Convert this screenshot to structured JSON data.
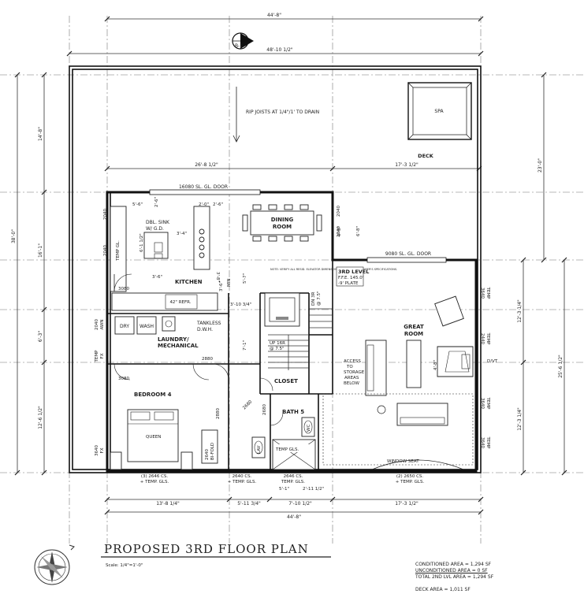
{
  "title": "PROPOSED 3RD FLOOR PLAN",
  "scale": "Scale: 1/4\"=1'-0\"",
  "section_marker": "B-1",
  "dimensions": {
    "top_overall": "44'-8\"",
    "top_inner": "48'-10 1/2\"",
    "deck_left": "26'-8 1/2\"",
    "deck_right": "17'-3 1/2\"",
    "bottom_seg1": "13'-8 1/4\"",
    "bottom_seg2": "5'-11 3/4\"",
    "bottom_seg3": "7'-10 1/2\"",
    "bottom_seg4": "17'-3 1/2\"",
    "bottom_overall": "44'-8\"",
    "left_total": "38'-0\"",
    "left_top": "14'-8\"",
    "left_mid": "16'-1\"",
    "left_lower": "6'-3\"",
    "left_bottom": "12'-6 1/2\"",
    "right_top": "23'-0\"",
    "right_mid": "12'-3 1/4\"",
    "right_total": "25'-6 1/2\"",
    "right_bottom": "12'-3 1/4\"",
    "k1": "5'-6\"",
    "k2": "2'-6\"",
    "k3": "2'-0\"",
    "k4": "2'-6\"",
    "k5": "3'-4\"",
    "k6": "6'-1 1/2\"",
    "k7": "3'-6\"",
    "k8": "3'-6\"",
    "k9": "3'-10 3/4\"",
    "k10": "9'-8\"",
    "k11": "5'-7\"",
    "k12": "6'-8\"",
    "s1": "7'-1\"",
    "s2": "5'-1\"",
    "s3": "2'-11 1/2\"",
    "s4": "4'-8\""
  },
  "notes": {
    "rip_joists": "RIP JOISTS AT 1/4\"/1' TO DRAIN",
    "spa": "SPA",
    "deck": "DECK",
    "sl_door_top": "16080 SL. GL. DOOR",
    "sl_door_gr": "9080 SL. GL. DOOR",
    "elevator": "NOTE: VERIFY ALL RESID. ELEVATOR DIMENSIONS WITH MANUFACTURER'S SPECIFICATIONS.",
    "level_1": "3RD LEVEL",
    "level_2": "F.F.E. 145.0'",
    "level_3": "-9' PLATE",
    "access_1": "ACCESS",
    "access_2": "TO",
    "access_3": "STORAGE",
    "access_4": "AREAS",
    "access_5": "BELOW",
    "dvt": "D/VT",
    "window_seat": "WINDOW SEAT",
    "upr": "UP 16R",
    "upr2": "@ 7.5\"",
    "dn": "DN 3R",
    "dn2": "@ 7.5\""
  },
  "rooms": {
    "dining_1": "DINING",
    "dining_2": "ROOM",
    "kitchen": "KITCHEN",
    "laundry_1": "LAUNDRY/",
    "laundry_2": "MECHANICAL",
    "bedroom": "BEDROOM 4",
    "great_1": "GREAT",
    "great_2": "ROOM",
    "bath": "BATH 5",
    "closet": "CLOSET",
    "queen": "QUEEN"
  },
  "fixtures": {
    "sink_1": "DBL. SINK",
    "sink_2": "W/ G.D.",
    "refr": "42\" REFR.",
    "dry": "DRY",
    "wash": "WASH",
    "tankless_1": "TANKLESS",
    "tankless_2": "D.W.H.",
    "shower": "TEMP GLS.",
    "lav": "LAV",
    "wc": "WC",
    "min": "MIN"
  },
  "windows": {
    "w_din_l": "2040",
    "w_kit_l": "2040",
    "w_kit_temp": "TEMP GL.",
    "w_din_r": "2040",
    "w_din_r2": "2040",
    "w_laundry": "2040",
    "w_laundry2": "AWN",
    "w_temp_fx": "TEMP",
    "w_temp_fx2": "FX",
    "w_bed_l": "3640",
    "w_bed_l2": "FX",
    "w_gr1": "3640",
    "w_gr1b": "TEMP",
    "w_gr2": "2440",
    "w_gr2b": "TEMP",
    "w_gr3": "3640",
    "w_gr3b": "TEMP",
    "w_gr4": "3640",
    "w_gr4b": "TEMP",
    "w_bot1": "(3) 2646 CS.",
    "w_bot1b": "+ TEMP. GLS.",
    "w_bot2": "2640 CS.",
    "w_bot2b": "+ TEMP. GLS.",
    "w_bot3": "2646 CS.",
    "w_bot3b": "TEMP. GLS.",
    "w_bot4": "(2) 2650 CS.",
    "w_bot4b": "+ TEMP. GLS."
  },
  "doors": {
    "d_kitchen": "3080",
    "d_laundry": "2880",
    "d_bed": "3080",
    "d_bed2": "2880",
    "d_closet": "2680",
    "d_bath": "2680",
    "d_bifold_1": "2640",
    "d_bifold_2": "BI-FOLD",
    "d_min": "3'-8\""
  },
  "areas": {
    "conditioned": "CONDITIONED AREA = 1,294 SF",
    "unconditioned": "UNCONDITIONED AREA = 0 SF",
    "total": "TOTAL 2ND LVL AREA = 1,294 SF",
    "deck": "DECK AREA = 1,011 SF"
  }
}
